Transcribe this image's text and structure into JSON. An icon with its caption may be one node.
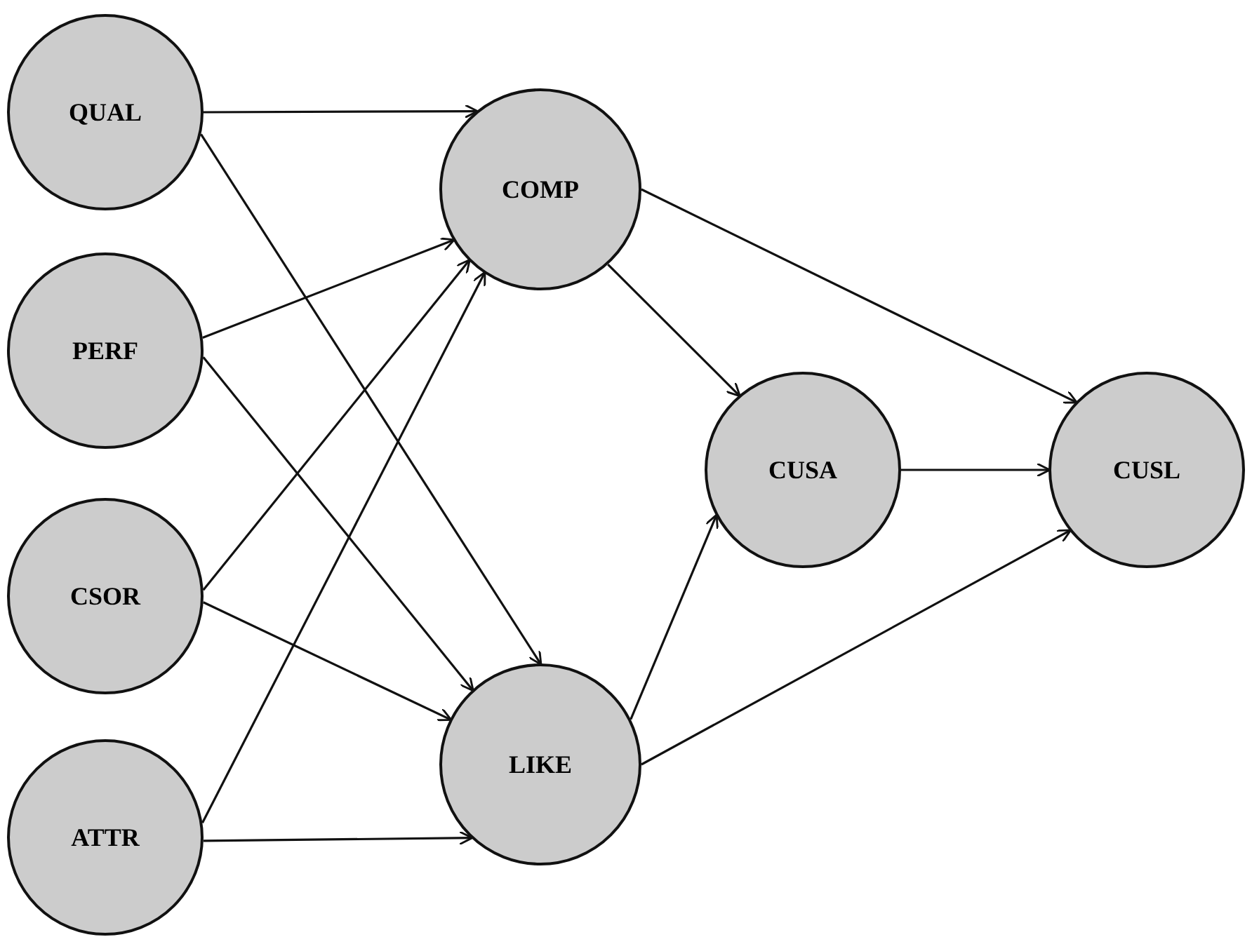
{
  "diagram": {
    "nodes": [
      {
        "text": [
          "QUAL"
        ]
      },
      {
        "text": [
          "PERF"
        ]
      },
      {
        "text": [
          "CSOR"
        ]
      },
      {
        "text": [
          "ATTR"
        ]
      },
      {
        "text": [
          "COMP"
        ]
      },
      {
        "text": [
          "LIKE"
        ]
      },
      {
        "text": [
          "CUSA"
        ]
      },
      {
        "text": [
          "CUSL"
        ]
      }
    ],
    "edges": [
      {
        "from": 0,
        "to": 4,
        "arrow": "to"
      },
      {
        "from": 0,
        "to": 5,
        "arrow": "to"
      },
      {
        "from": 1,
        "to": 4,
        "arrow": "to"
      },
      {
        "from": 1,
        "to": 5,
        "arrow": "to"
      },
      {
        "from": 2,
        "to": 4,
        "arrow": "to"
      },
      {
        "from": 2,
        "to": 5,
        "arrow": "to"
      },
      {
        "from": 3,
        "to": 4,
        "arrow": "to"
      },
      {
        "from": 3,
        "to": 5,
        "arrow": "to"
      },
      {
        "from": 4,
        "to": 6,
        "arrow": "to"
      },
      {
        "from": 4,
        "to": 7,
        "arrow": "to"
      },
      {
        "from": 5,
        "to": 6,
        "arrow": "to"
      },
      {
        "from": 5,
        "to": 7,
        "arrow": "to"
      },
      {
        "from": 6,
        "to": 7,
        "arrow": "to"
      }
    ]
  }
}
